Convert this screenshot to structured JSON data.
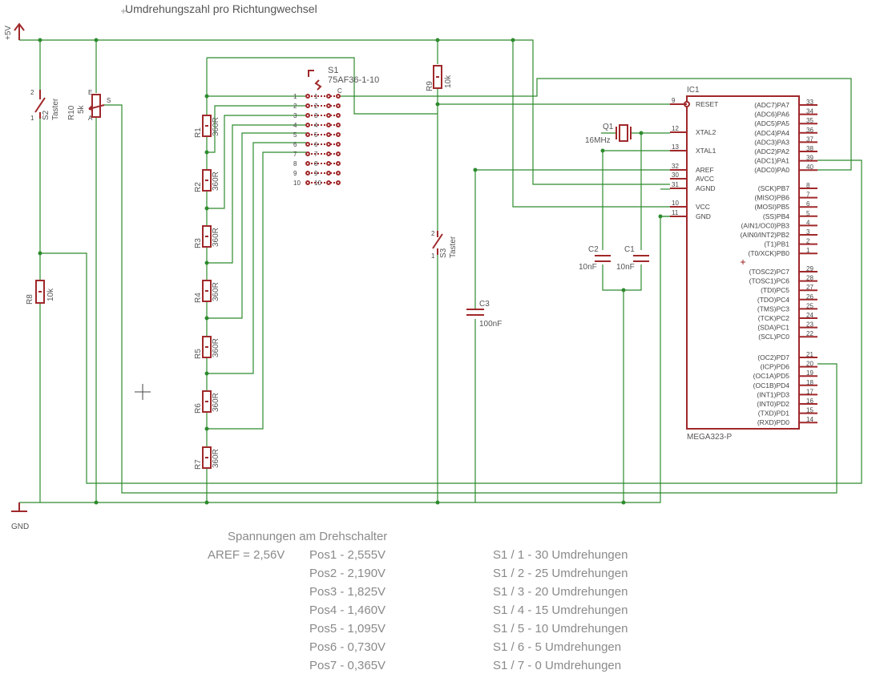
{
  "title": "Umdrehungszahl pro Richtungwechsel",
  "power": {
    "vcc_label": "+5V",
    "gnd_label": "GND"
  },
  "ic": {
    "name": "IC1",
    "value": "MEGA323-P",
    "left_pins": [
      {
        "num": "9",
        "name": "RESET"
      },
      {
        "num": "12",
        "name": "XTAL2"
      },
      {
        "num": "13",
        "name": "XTAL1"
      },
      {
        "num": "32",
        "name": "AREF"
      },
      {
        "num": "30",
        "name": "AVCC"
      },
      {
        "num": "31",
        "name": "AGND"
      },
      {
        "num": "10",
        "name": "VCC"
      },
      {
        "num": "11",
        "name": "GND"
      }
    ],
    "right_pins": [
      {
        "num": "33",
        "name": "(ADC7)PA7"
      },
      {
        "num": "34",
        "name": "(ADC6)PA6"
      },
      {
        "num": "35",
        "name": "(ADC5)PA5"
      },
      {
        "num": "36",
        "name": "(ADC4)PA4"
      },
      {
        "num": "37",
        "name": "(ADC3)PA3"
      },
      {
        "num": "38",
        "name": "(ADC2)PA2"
      },
      {
        "num": "39",
        "name": "(ADC1)PA1"
      },
      {
        "num": "40",
        "name": "(ADC0)PA0"
      },
      {
        "num": "8",
        "name": "(SCK)PB7"
      },
      {
        "num": "7",
        "name": "(MISO)PB6"
      },
      {
        "num": "6",
        "name": "(MOSI)PB5"
      },
      {
        "num": "5",
        "name": "(SS)PB4"
      },
      {
        "num": "4",
        "name": "(AIN1/OC0)PB3"
      },
      {
        "num": "3",
        "name": "(AIN0/INT2)PB2"
      },
      {
        "num": "2",
        "name": "(T1)PB1"
      },
      {
        "num": "1",
        "name": "(T0/XCK)PB0"
      },
      {
        "num": "29",
        "name": "(TOSC2)PC7"
      },
      {
        "num": "28",
        "name": "(TOSC1)PC6"
      },
      {
        "num": "27",
        "name": "(TDI)PC5"
      },
      {
        "num": "26",
        "name": "(TDO)PC4"
      },
      {
        "num": "25",
        "name": "(TMS)PC3"
      },
      {
        "num": "24",
        "name": "(TCK)PC2"
      },
      {
        "num": "23",
        "name": "(SDA)PC1"
      },
      {
        "num": "22",
        "name": "(SCL)PC0"
      },
      {
        "num": "21",
        "name": "(OC2)PD7"
      },
      {
        "num": "20",
        "name": "(ICP)PD6"
      },
      {
        "num": "19",
        "name": "(OC1A)PD5"
      },
      {
        "num": "18",
        "name": "(OC1B)PD4"
      },
      {
        "num": "17",
        "name": "(INT1)PD3"
      },
      {
        "num": "16",
        "name": "(INT0)PD2"
      },
      {
        "num": "15",
        "name": "(TXD)PD1"
      },
      {
        "num": "14",
        "name": "(RXD)PD0"
      }
    ]
  },
  "switch_s1": {
    "name": "S1",
    "value": "75AF36-1-10",
    "common": "C",
    "pins": [
      "1",
      "2",
      "3",
      "4",
      "5",
      "6",
      "7",
      "8",
      "9",
      "10"
    ]
  },
  "ladder": [
    {
      "name": "R1",
      "value": "360R"
    },
    {
      "name": "R2",
      "value": "360R"
    },
    {
      "name": "R3",
      "value": "360R"
    },
    {
      "name": "R4",
      "value": "360R"
    },
    {
      "name": "R5",
      "value": "360R"
    },
    {
      "name": "R6",
      "value": "360R"
    },
    {
      "name": "R7",
      "value": "360R"
    }
  ],
  "parts": {
    "r8": {
      "name": "R8",
      "value": "10k"
    },
    "r9": {
      "name": "R9",
      "value": "10k"
    },
    "r10": {
      "name": "R10",
      "value": "5k",
      "pin_e": "E",
      "pin_a": "A",
      "pin_s": "S"
    },
    "s2": {
      "name": "S2",
      "value": "Taster",
      "pin1": "1",
      "pin2": "2"
    },
    "s3": {
      "name": "S3",
      "value": "Taster",
      "pin1": "1",
      "pin2": "2"
    },
    "q1": {
      "name": "Q1",
      "value": "16MHz"
    },
    "c1": {
      "name": "C1",
      "value": "10nF"
    },
    "c2": {
      "name": "C2",
      "value": "10nF"
    },
    "c3": {
      "name": "C3",
      "value": "100nF"
    }
  },
  "notes": {
    "heading": "Spannungen am Drehschalter",
    "aref": "AREF = 2,56V",
    "voltages": [
      "Pos1 - 2,555V",
      "Pos2 - 2,190V",
      "Pos3 - 1,825V",
      "Pos4 - 1,460V",
      "Pos5 - 1,095V",
      "Pos6 - 0,730V",
      "Pos7 - 0,365V"
    ],
    "turns": [
      "S1 / 1 - 30 Umdrehungen",
      "S1 / 2 - 25 Umdrehungen",
      "S1 / 3 - 20 Umdrehungen",
      "S1 / 4 - 15 Umdrehungen",
      "S1 / 5 - 10 Umdrehungen",
      "S1 / 6 - 5 Umdrehungen",
      "S1 / 7 - 0 Umdrehungen"
    ]
  },
  "colors": {
    "wire": "#2e8b2e",
    "component": "#a0282a",
    "text": "#555555",
    "note": "#8a8a8a"
  }
}
